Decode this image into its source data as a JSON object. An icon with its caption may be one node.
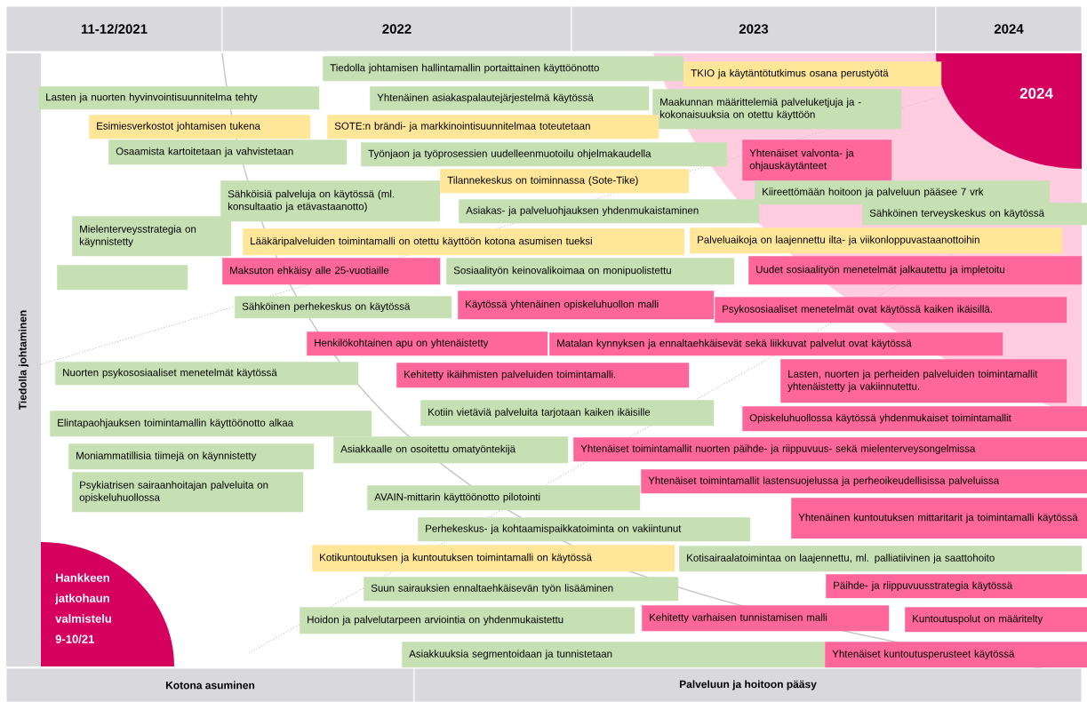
{
  "diagram": {
    "nodes": [
      {
        "text": [
          "11-12/2021"
        ]
      },
      {
        "text": [
          "2022"
        ]
      },
      {
        "text": [
          "2023"
        ]
      },
      {
        "text": [
          "2024"
        ]
      },
      {
        "text": [
          "Tiedolla johtaminen"
        ]
      },
      {
        "text": [
          "Kotona asuminen"
        ]
      },
      {
        "text": [
          "Palveluun ja hoitoon pääsy"
        ]
      },
      {
        "text": [
          "2024"
        ]
      },
      {
        "text": [
          "Hankkeen jatkohaun valmistelu 9-10/21"
        ]
      },
      {
        "text": [
          "Tiedolla johtamisen hallintamallin portaittainen käyttöönotto"
        ]
      },
      {
        "text": [
          "TKIO ja käytäntötutkimus osana perustyötä"
        ]
      },
      {
        "text": [
          "Lasten ja nuorten hyvinvointisuunnitelma tehty"
        ]
      },
      {
        "text": [
          "Yhtenäinen asiakaspalautejärjestelmä käytössä"
        ]
      },
      {
        "text": [
          "Maakunnan määrittelemiä palveluketjuja ja -kokonaisuuksia on otettu käyttöön"
        ]
      },
      {
        "text": [
          "Esimiesverkostot johtamisen tukena"
        ]
      },
      {
        "text": [
          "SOTE:n brändi- ja markkinointisuunnitelmaa toteutetaan"
        ]
      },
      {
        "text": [
          "Osaamista kartoitetaan ja vahvistetaan"
        ]
      },
      {
        "text": [
          "Työnjaon ja työprosessien uudelleenmuotoilu ohjelmakaudella"
        ]
      },
      {
        "text": [
          "Yhtenäiset valvonta- ja ohjauskäytänteet"
        ]
      },
      {
        "text": [
          "Sähköisiä palveluja on käytössä (ml. konsultaatio ja etävastaanotto)"
        ]
      },
      {
        "text": [
          "Tilannekeskus on toiminnassa (Sote-Tike)"
        ]
      },
      {
        "text": [
          "Kiireettömään hoitoon ja palveluun pääsee 7 vrk"
        ]
      },
      {
        "text": [
          "Asiakas- ja palveluohjauksen yhdenmukaistaminen"
        ]
      },
      {
        "text": [
          "Sähköinen terveyskeskus on käytössä"
        ]
      },
      {
        "text": [
          "Mielenterveysstrategia on käynnistetty"
        ]
      },
      {
        "text": [
          "Lääkäripalveluiden toimintamalli on otettu käyttöön kotona asumisen tueksi"
        ]
      },
      {
        "text": [
          "Palveluaikoja on laajennettu ilta- ja viikonloppuvastaanottoihin"
        ]
      },
      {
        "text": [],
        "shape": "box"
      },
      {
        "text": [
          "Maksuton ehkäisy alle 25-vuotiaille"
        ]
      },
      {
        "text": [
          "Sosiaalityön keinovalikoimaa on monipuolistettu"
        ]
      },
      {
        "text": [
          "Uudet sosiaalityön menetelmät jalkautettu ja impletoitu"
        ]
      },
      {
        "text": [
          "Sähköinen perhekeskus on käytössä"
        ]
      },
      {
        "text": [
          "Käytössä yhtenäinen opiskeluhuollon malli"
        ]
      },
      {
        "text": [
          "Psykososiaaliset menetelmät ovat käytössä kaiken ikäisillä."
        ]
      },
      {
        "text": [
          "Henkilökohtainen apu on yhtenäistetty"
        ]
      },
      {
        "text": [
          "Matalan kynnyksen ja ennaltaehkäisevät sekä liikkuvat palvelut ovat käytössä"
        ]
      },
      {
        "text": [
          "Nuorten psykososiaaliset menetelmät käytössä"
        ]
      },
      {
        "text": [
          "Kehitetty ikäihmisten palveluiden toimintamalli."
        ]
      },
      {
        "text": [
          "Lasten, nuorten ja perheiden palveluiden toimintamallit yhtenäistetty ja vakiinnutettu."
        ]
      },
      {
        "text": [
          "Kotiin vietäviä palveluita tarjotaan kaiken ikäisille"
        ]
      },
      {
        "text": [
          "Opiskeluhuollossa käytössä yhdenmukaiset toimintamallit"
        ]
      },
      {
        "text": [
          "Elintapaohjauksen toimintamallin käyttöönotto alkaa"
        ]
      },
      {
        "text": [
          "Asiakkaalle on osoitettu omatyöntekijä"
        ]
      },
      {
        "text": [
          "Yhtenäiset toimintamallit nuorten päihde- ja riippuvuus- sekä mielenterveysongelmissa"
        ]
      },
      {
        "text": [
          "Moniammatillisia tiimejä on käynnistetty"
        ]
      },
      {
        "text": [
          "Psykiatrisen sairaanhoitajan palveluita on opiskeluhuollossa"
        ]
      },
      {
        "text": [
          "AVAIN-mittarin käyttöönotto pilotointi"
        ]
      },
      {
        "text": [
          "Yhtenäiset toimintamallit lastensuojelussa ja perheoikeudellisissa palveluissa"
        ]
      },
      {
        "text": [
          "Yhtenäinen kuntoutuksen mittaritarit ja toimintamalli käytössä"
        ]
      },
      {
        "text": [
          "Perhekeskus- ja kohtaamispaikkatoiminta on vakiintunut"
        ]
      },
      {
        "text": [
          "Kotikuntoutuksen ja kuntoutuksen toimintamalli on käytössä"
        ]
      },
      {
        "text": [
          "Kotisairaalatoimintaa on laajennettu, ml. palliatiivinen ja saattohoito"
        ]
      },
      {
        "text": [
          "Suun sairauksien ennaltaehkäisevän työn lisääminen"
        ]
      },
      {
        "text": [
          "Päihde- ja riippuvuusstrategia käytössä"
        ]
      },
      {
        "text": [
          "Hoidon ja palvelutarpeen arviointia on yhdenmukaistettu"
        ]
      },
      {
        "text": [
          "Kehitetty varhaisen tunnistamisen malli"
        ]
      },
      {
        "text": [
          "Kuntoutuspolut on määritelty"
        ]
      },
      {
        "text": [
          "Asiakkuuksia segmentoidaan ja tunnistetaan"
        ]
      },
      {
        "text": [
          "Yhtenäiset kuntoutusperusteet käytössä"
        ]
      }
    ]
  }
}
